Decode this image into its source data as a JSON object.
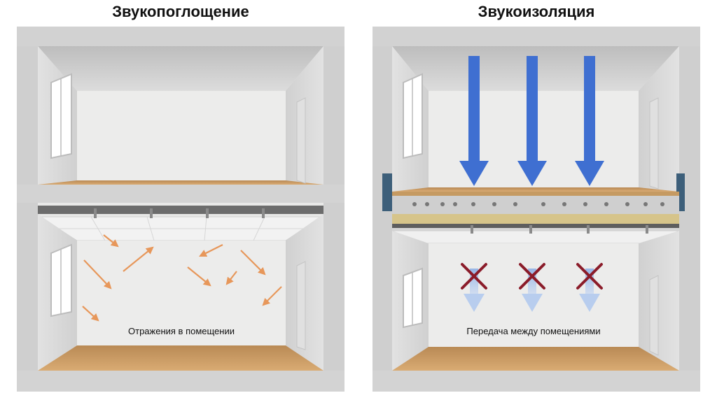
{
  "left_panel": {
    "title": "Звукопоглощение",
    "caption": "Отражения в помещении"
  },
  "right_panel": {
    "title": "Звукоизоляция",
    "caption": "Передача между помещениями"
  },
  "colors": {
    "concrete": "#d9d9d9",
    "wall": "#e9e9e8",
    "floor_wood": "#c99a63",
    "reflection_arrow": "#e7975a",
    "sound_arrow": "#3f6fd1",
    "blocked_arrow": "#a9c0e6",
    "cross": "#8b1c2a"
  }
}
